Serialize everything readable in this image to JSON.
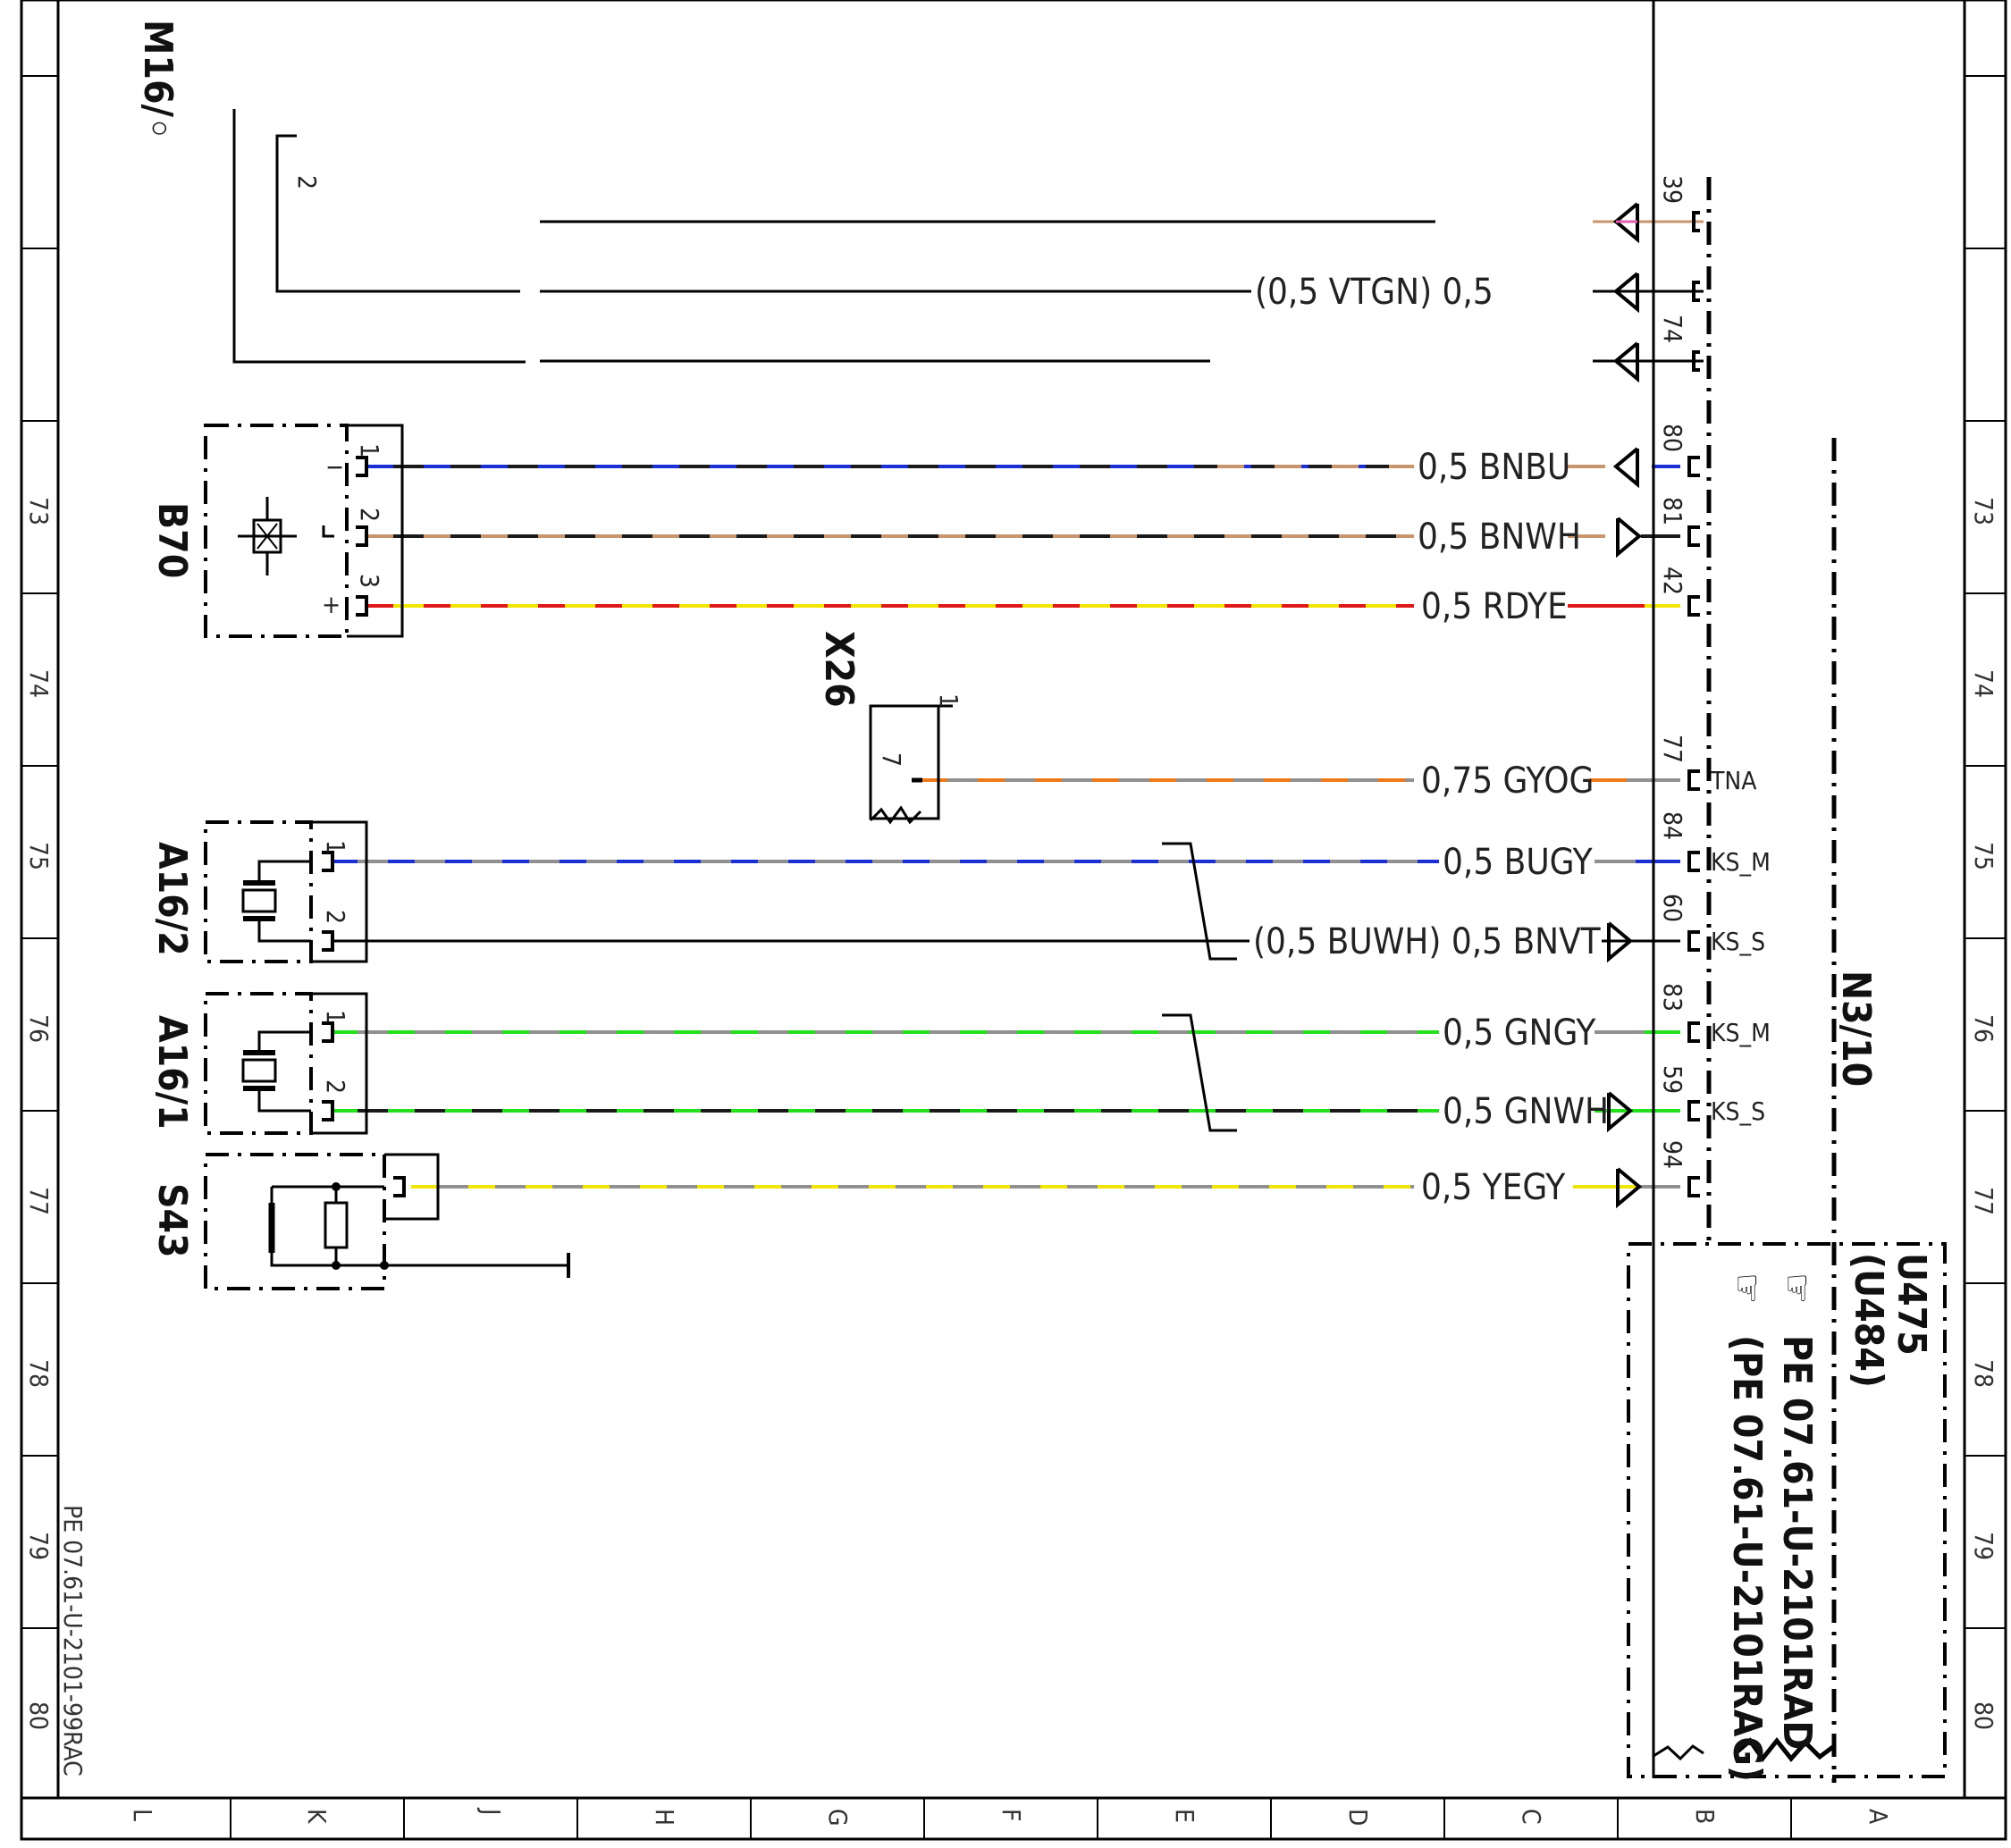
{
  "components": {
    "m16": "M16/◦",
    "b70": "B70",
    "x26": "X26",
    "a16_2": "A16/2",
    "a16_1": "A16/1",
    "s43": "S43",
    "n3_10": "N3/10"
  },
  "pin_labels": {
    "m16_2": "2",
    "b70_1": "1",
    "b70_2": "2",
    "b70_3": "3",
    "b70_minus": "−",
    "b70_plus": "+",
    "x26_1": "1",
    "x26_7": "7",
    "a16_2_1": "1",
    "a16_2_2": "2",
    "a16_1_1": "1",
    "a16_1_2": "2"
  },
  "wires": [
    {
      "id": "w39",
      "pin": "39",
      "label": "",
      "signal": ""
    },
    {
      "id": "wvtgn",
      "pin": "",
      "label": "(0,5 VTGN) 0,5",
      "signal": ""
    },
    {
      "id": "w74",
      "pin": "74",
      "label": "",
      "signal": ""
    },
    {
      "id": "w80",
      "pin": "80",
      "label": "0,5 BNBU",
      "signal": ""
    },
    {
      "id": "w81",
      "pin": "81",
      "label": "0,5 BNWH",
      "signal": ""
    },
    {
      "id": "w42",
      "pin": "42",
      "label": "0,5 RDYE",
      "signal": ""
    },
    {
      "id": "w77",
      "pin": "77",
      "label": "0,75 GYOG",
      "signal": "TNA"
    },
    {
      "id": "w84",
      "pin": "84",
      "label": "0,5 BUGY",
      "signal": "KS_M"
    },
    {
      "id": "w60",
      "pin": "60",
      "label": "(0,5 BUWH) 0,5 BNVT",
      "signal": "KS_S"
    },
    {
      "id": "w83",
      "pin": "83",
      "label": "0,5 GNGY",
      "signal": "KS_M"
    },
    {
      "id": "w59",
      "pin": "59",
      "label": "0,5 GNWH",
      "signal": "KS_S"
    },
    {
      "id": "w94",
      "pin": "94",
      "label": "0,5 YEGY",
      "signal": ""
    }
  ],
  "notes": {
    "variant_1": "U475",
    "variant_2": "(U484)",
    "ref_1": "PE 07.61-U-2101RAD",
    "ref_2": "(PE 07.61-U-2101RAG)",
    "doc_ref": "PE 07.61-U-2101-99RAC"
  },
  "frame": {
    "rows": [
      "73",
      "74",
      "75",
      "76",
      "77",
      "78",
      "79",
      "80"
    ],
    "cols": [
      "L",
      "K",
      "J",
      "H",
      "G",
      "F",
      "E",
      "D",
      "C",
      "B",
      "A"
    ]
  },
  "colors": {
    "brown": "#c8966e",
    "blue": "#1a2fd6",
    "red": "#e01818",
    "yellow": "#f2e600",
    "grey": "#909090",
    "orange": "#ee7a1a",
    "green": "#22e01a",
    "pink": "#e060b0"
  }
}
